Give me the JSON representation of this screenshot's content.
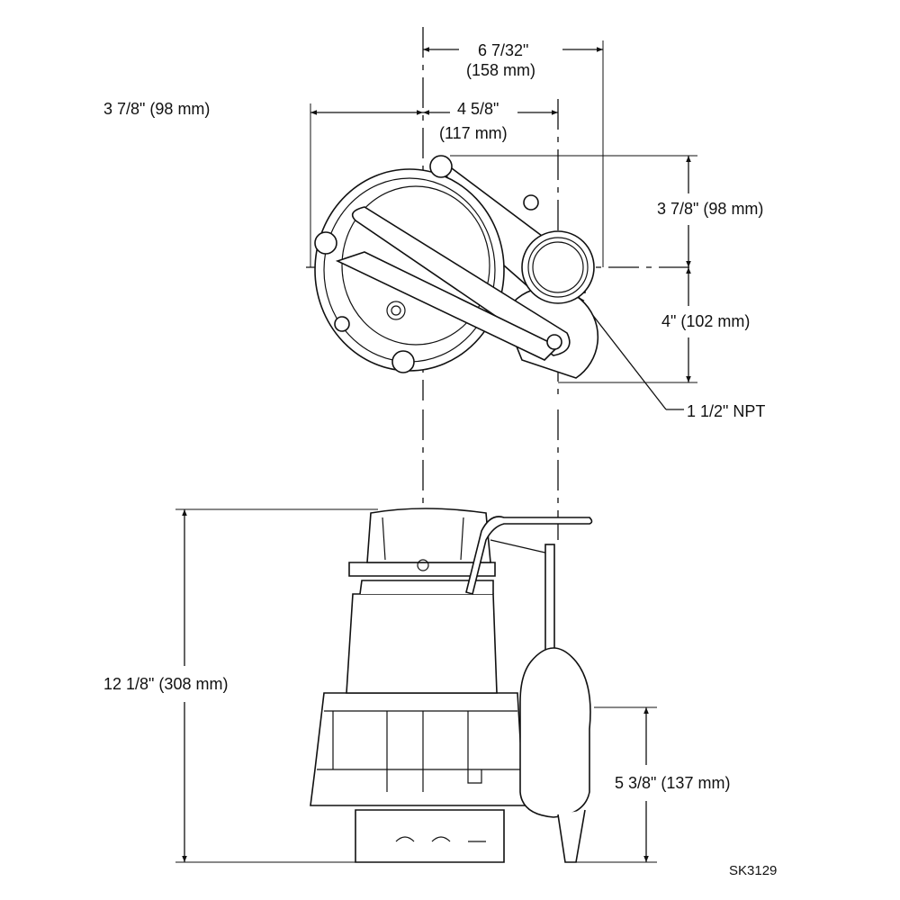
{
  "drawing": {
    "top_view": {
      "overall_width": {
        "inch": "6 7/32\"",
        "mm": "(158 mm)"
      },
      "left_offset": "3 7/8\" (98 mm)",
      "outlet_offset": {
        "inch": "4 5/8\"",
        "mm": "(117 mm)"
      },
      "outlet_to_back": "3 7/8\" (98 mm)",
      "outlet_to_front": "4\" (102 mm)",
      "outlet_size": "1 1/2\" NPT"
    },
    "side_view": {
      "overall_height": "12 1/8\" (308 mm)",
      "float_height": "5 3/8\" (137 mm)"
    },
    "drawing_number": "SK3129"
  }
}
